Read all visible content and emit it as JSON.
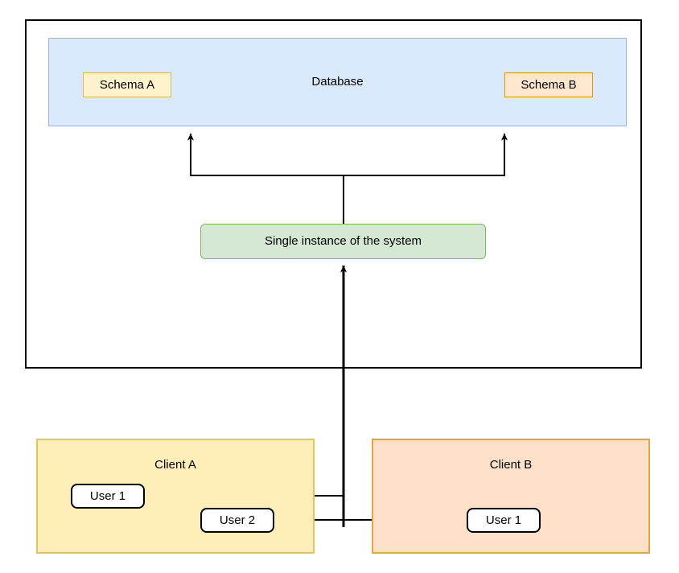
{
  "diagram": {
    "title": "Multi-tenant single instance shared database diagram",
    "colors": {
      "database_fill": "#dae8fc",
      "database_stroke": "#9bb7d7",
      "schema_a_fill": "#fff2cc",
      "schema_a_stroke": "#d6b656",
      "schema_b_fill": "#ffe6cc",
      "schema_b_stroke": "#d79b00",
      "instance_fill": "#d5e8d4",
      "instance_stroke": "#82b366",
      "client_a_fill": "#ffeeb8",
      "client_a_stroke": "#e8c35a",
      "client_b_fill": "#fde0c8",
      "client_b_stroke": "#e8a33d",
      "user_fill": "#ffffff",
      "user_stroke": "#000000",
      "edge_stroke": "#000000",
      "outer_stroke": "#000000"
    },
    "nodes": {
      "outer_boundary": {
        "label": ""
      },
      "database": {
        "label": "Database"
      },
      "schema_a": {
        "label": "Schema A"
      },
      "schema_b": {
        "label": "Schema B"
      },
      "instance": {
        "label": "Single instance of the system"
      },
      "client_a": {
        "label": "Client A"
      },
      "client_b": {
        "label": "Client B"
      },
      "client_a_user_1": {
        "label": "User 1"
      },
      "client_a_user_2": {
        "label": "User 2"
      },
      "client_b_user_1": {
        "label": "User 1"
      }
    },
    "edges": [
      {
        "name": "instance-to-schema-a",
        "from": "instance",
        "to": "database",
        "arrow": "to"
      },
      {
        "name": "instance-to-schema-b",
        "from": "instance",
        "to": "database",
        "arrow": "to"
      },
      {
        "name": "client-a-user-1-to-instance",
        "from": "client_a_user_1",
        "to": "instance",
        "arrow": "to"
      },
      {
        "name": "client-a-user-2-to-instance",
        "from": "client_a_user_2",
        "to": "instance",
        "arrow": "to"
      },
      {
        "name": "client-b-user-1-to-instance",
        "from": "client_b_user_1",
        "to": "instance",
        "arrow": "to"
      }
    ]
  }
}
